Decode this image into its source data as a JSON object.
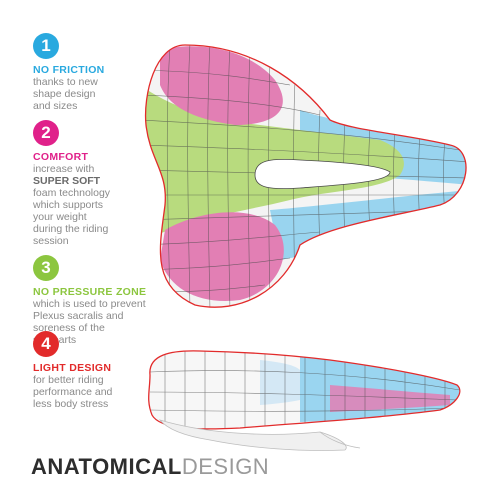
{
  "features": [
    {
      "number": "1",
      "title": "NO FRICTION",
      "lines": [
        "thanks to new",
        "shape design",
        "and sizes"
      ],
      "color": "#29a9df"
    },
    {
      "number": "2",
      "title": "COMFORT",
      "lines": [
        "increase with"
      ],
      "strong": "SUPER SOFT",
      "lines2": [
        "foam technology",
        "which supports",
        "your weight",
        "during the riding",
        "session"
      ],
      "color": "#e0218a"
    },
    {
      "number": "3",
      "title": "NO PRESSURE ZONE",
      "lines": [
        "which is used to prevent",
        "Plexus sacralis and",
        "soreness of the",
        "soft parts"
      ],
      "color": "#8cc63f"
    },
    {
      "number": "4",
      "title": "LIGHT DESIGN",
      "lines": [
        "for better riding",
        "performance and",
        "less body stress"
      ],
      "color": "#e22b2b"
    }
  ],
  "brand": {
    "bold": "ANATOMICAL",
    "light": "DESIGN"
  },
  "colors": {
    "blue": "#29a9df",
    "pink": "#e0218a",
    "green": "#8cc63f",
    "red": "#e22b2b",
    "text": "#8a8a8a"
  }
}
